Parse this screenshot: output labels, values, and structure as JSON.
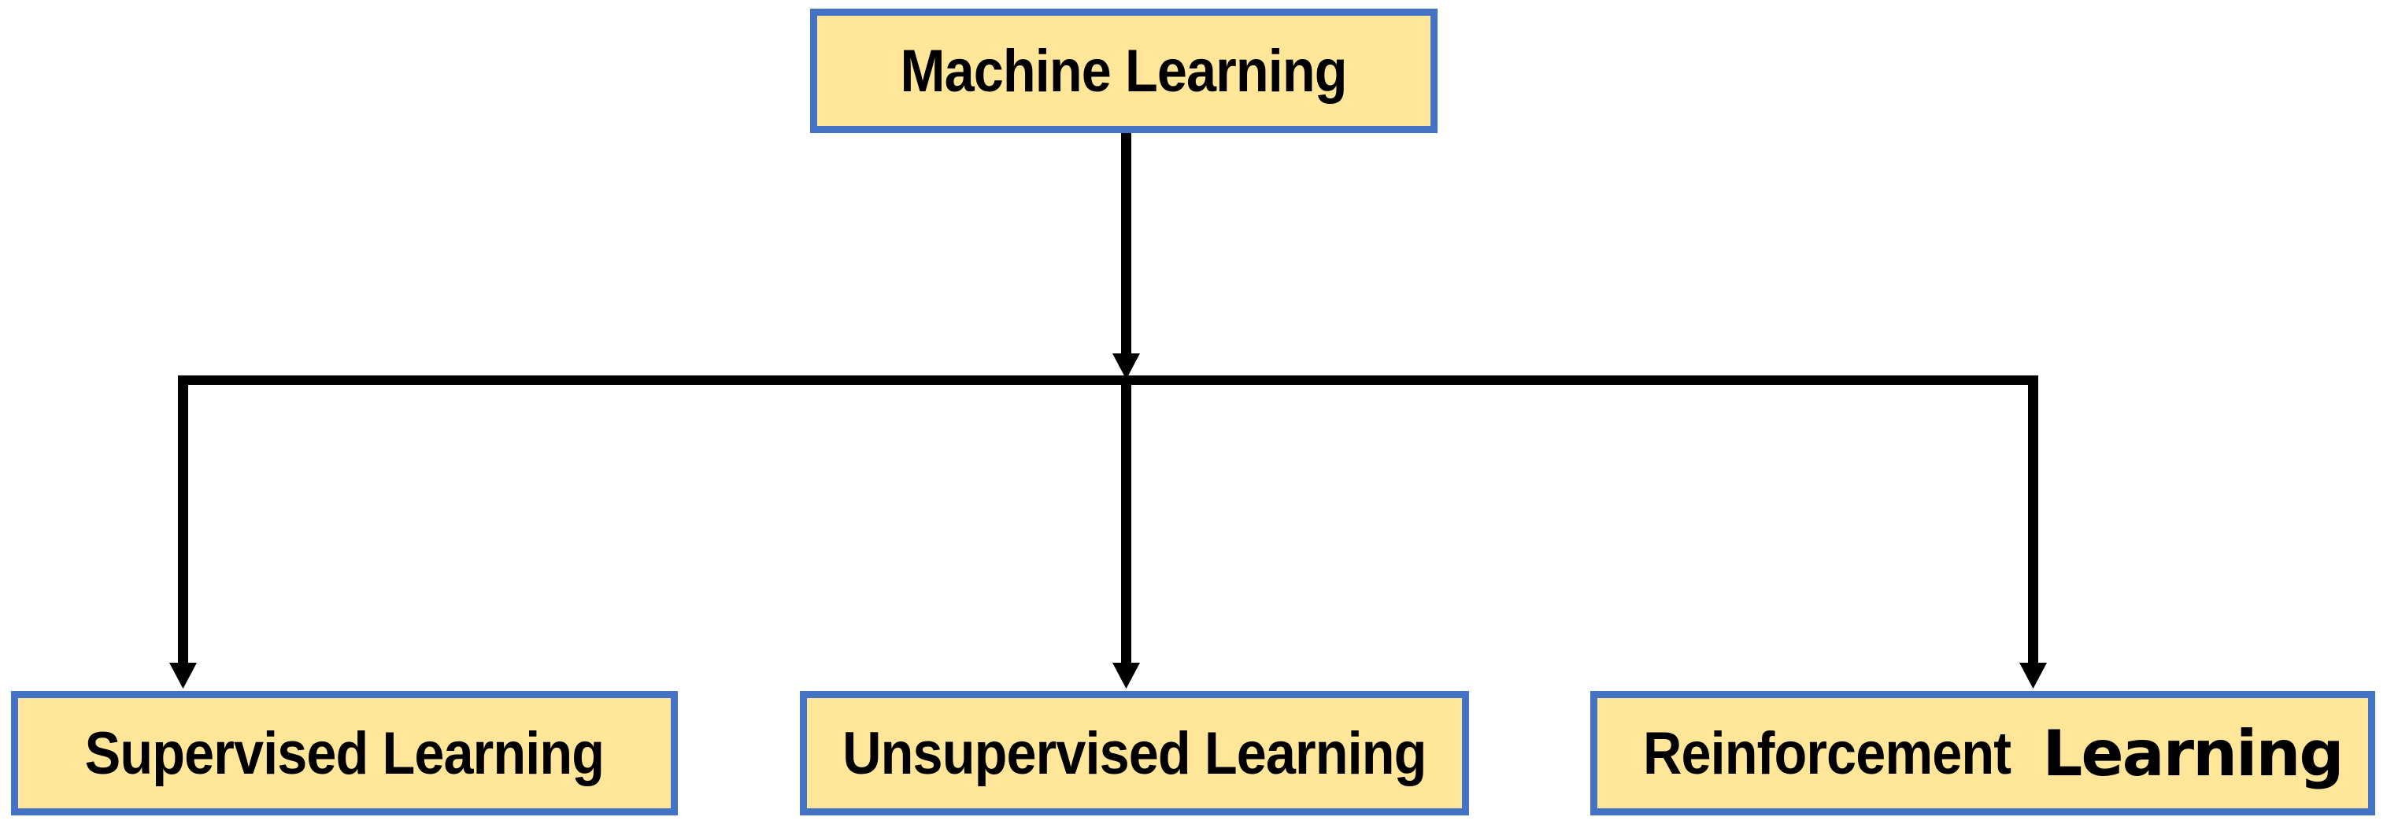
{
  "diagram": {
    "type": "flowchart",
    "description": "Machine Learning taxonomy tree: root node branching to three child nodes",
    "nodes": {
      "root": {
        "label": "Machine Learning"
      },
      "supervised": {
        "label": "Supervised Learning"
      },
      "unsupervised": {
        "label": "Unsupervised Learning"
      },
      "reinforcement": {
        "label_first": "Reinforcement",
        "label_second": "Learning"
      }
    },
    "edges": [
      {
        "from": "root",
        "to": "supervised"
      },
      {
        "from": "root",
        "to": "unsupervised"
      },
      {
        "from": "root",
        "to": "reinforcement"
      }
    ],
    "colors": {
      "node_fill": "#FFE699",
      "node_border": "#4472C4",
      "connector": "#000000",
      "label_text": "#000000",
      "background": "#FFFFFF"
    }
  }
}
